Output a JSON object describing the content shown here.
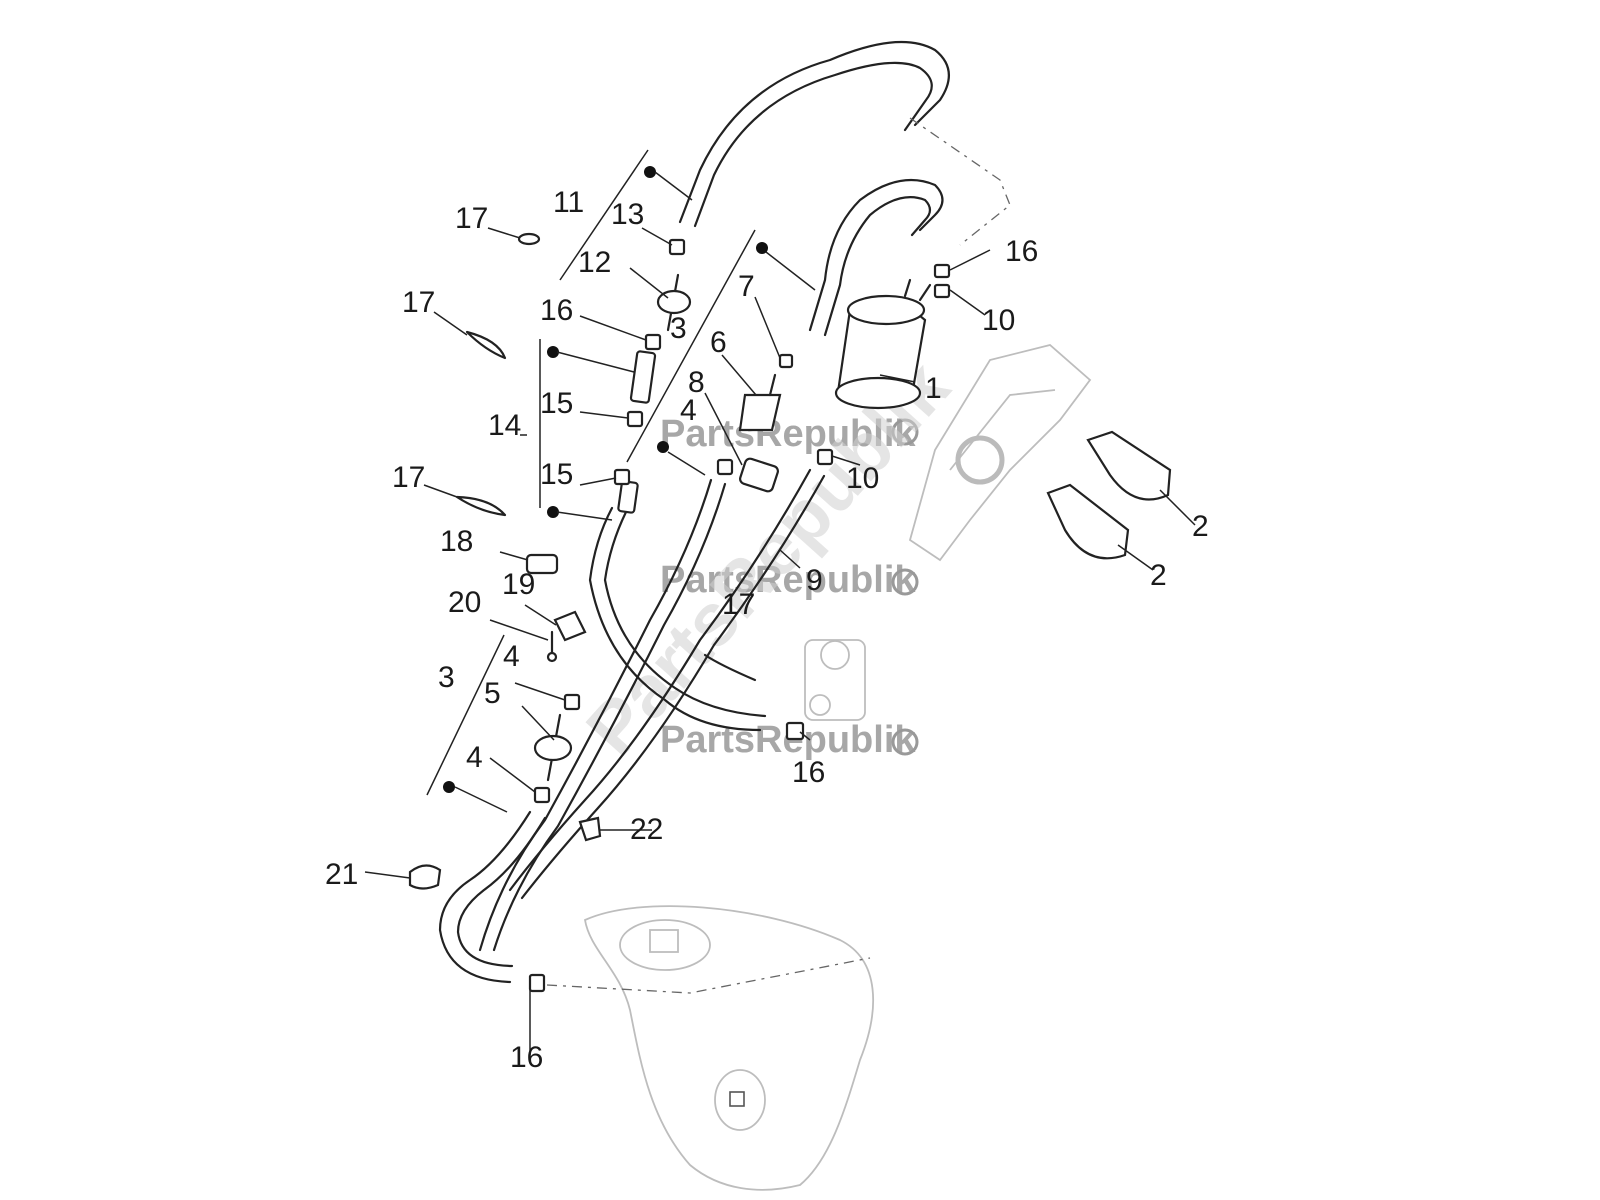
{
  "watermark": {
    "brand": "PartsRepublik",
    "brand_diagonal": "PartsRepublik"
  },
  "labels": {
    "p1": "1",
    "p2a": "2",
    "p2b": "2",
    "p3a": "3",
    "p3b": "3",
    "p4a": "4",
    "p4b": "4",
    "p4c": "4",
    "p5": "5",
    "p6": "6",
    "p7": "7",
    "p8": "8",
    "p9": "9",
    "p10a": "10",
    "p10b": "10",
    "p11": "11",
    "p12": "12",
    "p13": "13",
    "p14": "14",
    "p15a": "15",
    "p15b": "15",
    "p16a": "16",
    "p16b": "16",
    "p16c": "16",
    "p16d": "16",
    "p17a": "17",
    "p17b": "17",
    "p17c": "17",
    "p17d": "17",
    "p18": "18",
    "p19": "19",
    "p20": "20",
    "p21": "21",
    "p22": "22"
  }
}
